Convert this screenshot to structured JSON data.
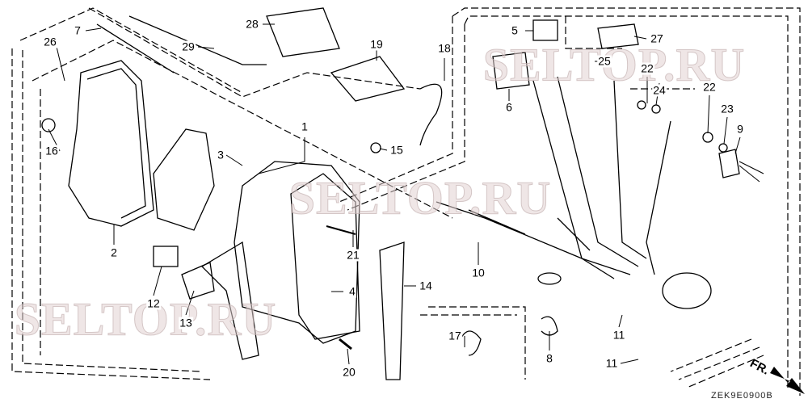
{
  "watermarks": [
    "SELTOP.RU",
    "SELTOP.RU",
    "SELTOP.RU"
  ],
  "direction_label": "FR.",
  "diagram_code": "ZEK9E0900B",
  "callouts": [
    "26",
    "7",
    "29",
    "28",
    "19",
    "18",
    "5",
    "27",
    "25",
    "22",
    "24",
    "22",
    "23",
    "9",
    "6",
    "1",
    "3",
    "15",
    "16",
    "2",
    "21",
    "10",
    "14",
    "4",
    "12",
    "13",
    "17",
    "8",
    "11",
    "11",
    "20"
  ]
}
